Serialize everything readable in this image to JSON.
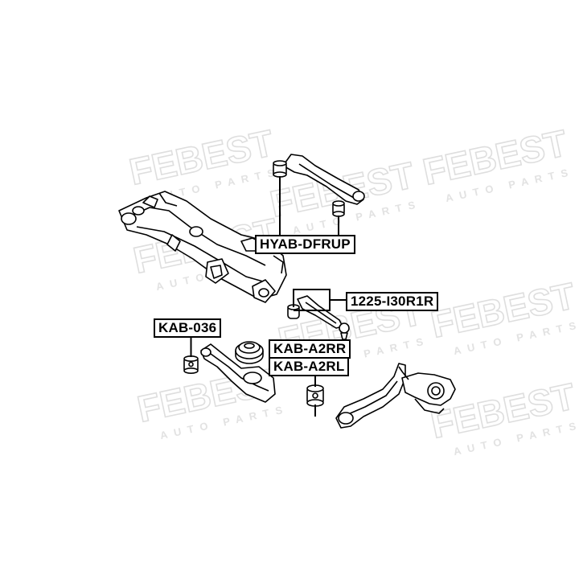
{
  "watermark": {
    "brand": "FEBEST",
    "tagline": "AUTO PARTS"
  },
  "labels": {
    "hyab_dfrup": "HYAB-DFRUP",
    "r1225": "1225-I30R1R",
    "kab_036": "KAB-036",
    "kab_a2rr": "KAB-A2RR",
    "kab_a2rl": "KAB-A2RL"
  }
}
